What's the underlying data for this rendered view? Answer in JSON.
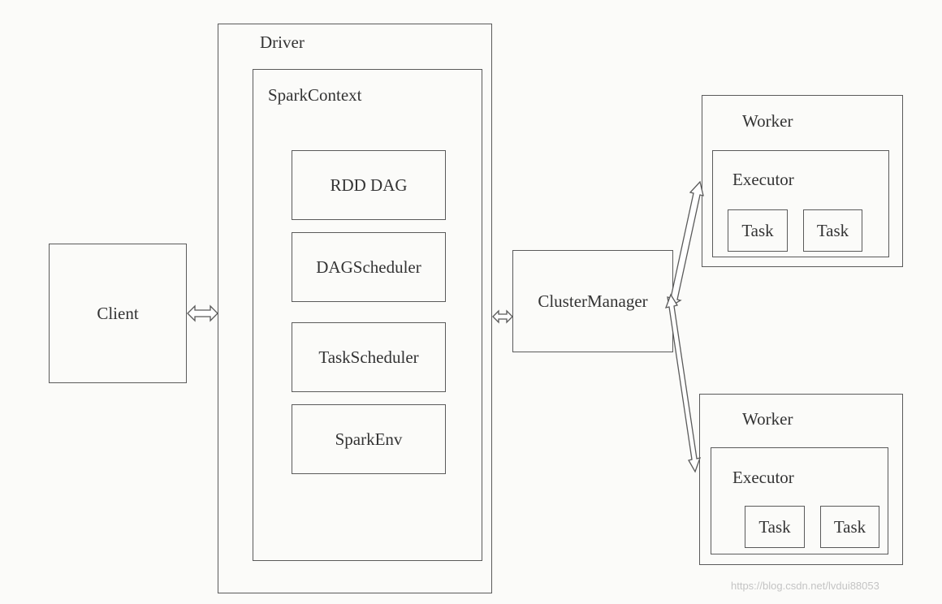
{
  "client": {
    "label": "Client"
  },
  "driver": {
    "label": "Driver",
    "spark_context": {
      "label": "SparkContext",
      "components": [
        "RDD DAG",
        "DAGScheduler",
        "TaskScheduler",
        "SparkEnv"
      ]
    }
  },
  "cluster_manager": {
    "label": "ClusterManager"
  },
  "workers": [
    {
      "label": "Worker",
      "executor": {
        "label": "Executor",
        "tasks": [
          "Task",
          "Task"
        ]
      }
    },
    {
      "label": "Worker",
      "executor": {
        "label": "Executor",
        "tasks": [
          "Task",
          "Task"
        ]
      }
    }
  ],
  "watermark": "https://blog.csdn.net/lvdui88053",
  "colors": {
    "line": "#5a5a5a",
    "text": "#333333",
    "background": "#fbfbf9"
  }
}
